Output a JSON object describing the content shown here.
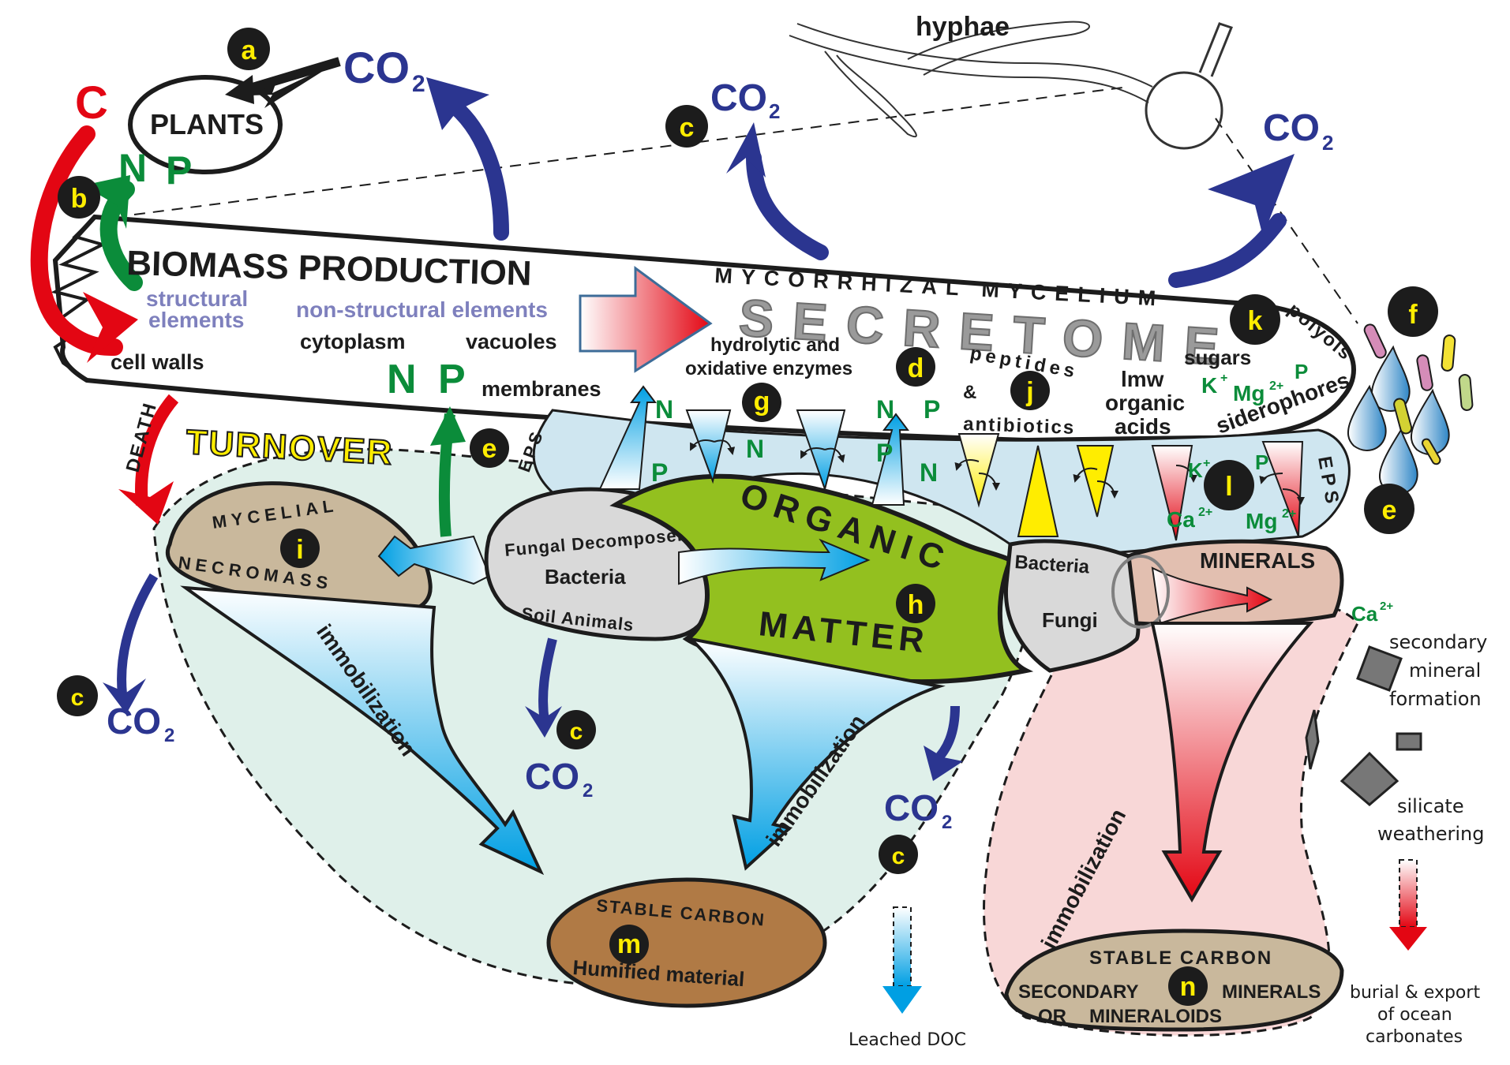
{
  "title": "Mycorrhizal mycelium carbon and nutrient cycling diagram",
  "colors": {
    "co2_blue": "#2b3590",
    "nutrient_green": "#0b8c3a",
    "carbon_red": "#e30613",
    "badge_yellow": "#ffed00",
    "organic_matter_green": "#93c01f",
    "eps_blue": "#cfe6f0",
    "soil_pool_green": "#dff0ea",
    "mineral_pool_pink": "#f8d7d7",
    "necromass_tan": "#c9b89c",
    "humified_brown": "#b07a45",
    "minerals_pink": "#e2bfb0",
    "community_grey": "#d9d9d9"
  },
  "badges": {
    "a": "a",
    "b": "b",
    "c": "c",
    "d": "d",
    "e": "e",
    "f": "f",
    "g": "g",
    "h": "h",
    "i": "i",
    "j": "j",
    "k": "k",
    "l": "l",
    "m": "m",
    "n": "n"
  },
  "chem": {
    "co2_main": "CO",
    "co2_sub": "2",
    "c": "C",
    "n": "N",
    "p": "P",
    "k": "K",
    "k_sup": "+",
    "mg": "Mg",
    "mg_sup": "2+",
    "ca": "Ca",
    "ca_sup": "2+"
  },
  "labels": {
    "plants": "PLANTS",
    "hyphae": "hyphae",
    "biomass_production": "BIOMASS PRODUCTION",
    "structural_1": "structural",
    "structural_2": "elements",
    "non_structural": "non-structural elements",
    "cytoplasm": "cytoplasm",
    "vacuoles": "vacuoles",
    "cell_walls": "cell walls",
    "membranes": "membranes",
    "mycorrhizal_mycelium": "MYCORRHIZAL  MYCELIUM",
    "secretome": "SECRETOME",
    "hydrolytic_1": "hydrolytic and",
    "hydrolytic_2": "oxidative enzymes",
    "peptides": "peptides",
    "amp": "&",
    "antibiotics": "antibiotics",
    "lmw_1": "lmw",
    "lmw_2": "organic",
    "lmw_3": "acids",
    "sugars": "sugars",
    "polyols": "polyols",
    "siderophores": "siderophores",
    "eps": "EPS",
    "death": "DEATH",
    "turnover": "TURNOVER",
    "mycelial": "MYCELIAL",
    "necromass": "NECROMASS",
    "fungal_decomposers": "Fungal Decomposers",
    "bacteria": "Bacteria",
    "soil_animals": "Soil Animals",
    "organic": "ORGANIC",
    "matter": "MATTER",
    "fungi": "Fungi",
    "minerals": "MINERALS",
    "immobilization": "immobilization",
    "stable_carbon": "STABLE CARBON",
    "humified_material": "Humified material",
    "secondary": "SECONDARY",
    "minerals_n": "MINERALS",
    "or": "OR",
    "mineraloids": "MINERALOIDS",
    "leached_doc": "Leached DOC",
    "secondary_mineral_1": "secondary",
    "secondary_mineral_2": "mineral",
    "secondary_mineral_3": "formation",
    "silicate_1": "silicate",
    "silicate_2": "weathering",
    "burial_1": "burial & export",
    "burial_2": "of ocean",
    "burial_3": "carbonates"
  }
}
